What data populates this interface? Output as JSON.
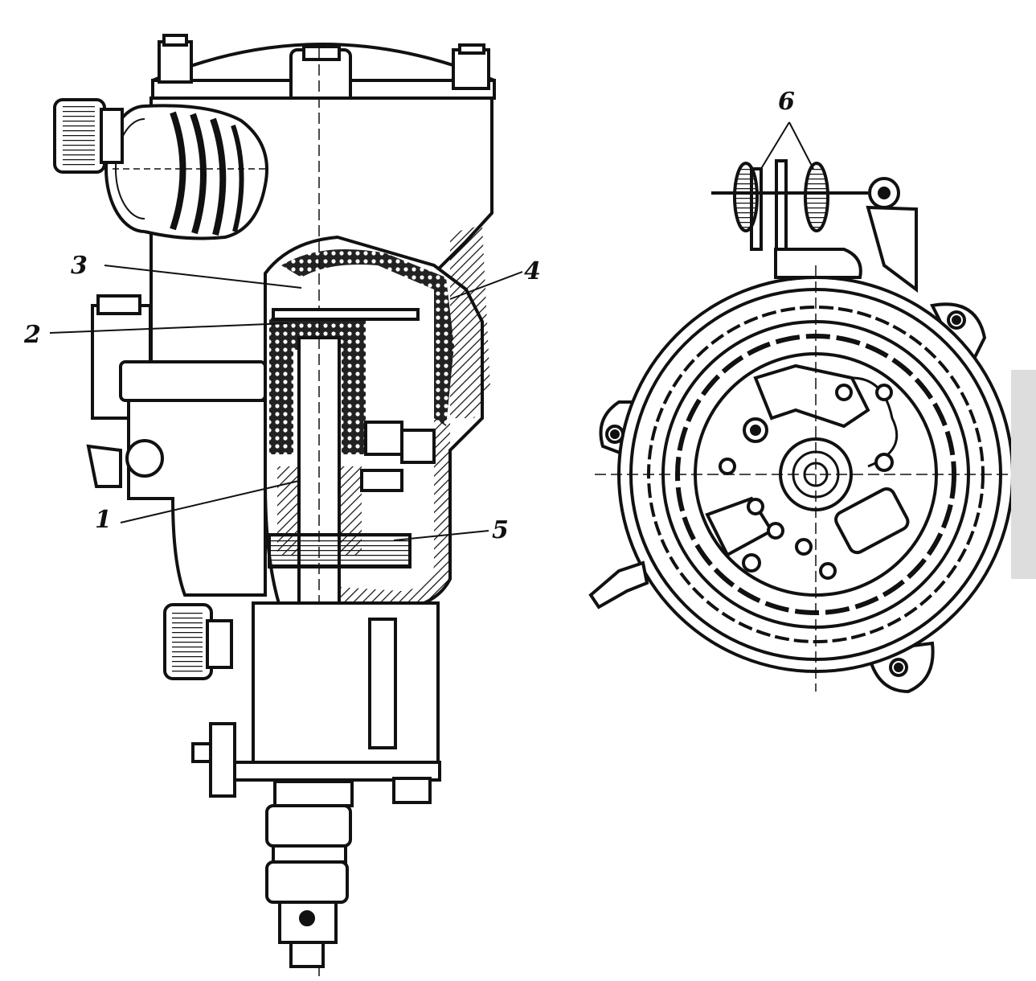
{
  "figure": {
    "callouts": [
      {
        "id": "1",
        "text": "1"
      },
      {
        "id": "2",
        "text": "2"
      },
      {
        "id": "3",
        "text": "3"
      },
      {
        "id": "4",
        "text": "4"
      },
      {
        "id": "5",
        "text": "5"
      },
      {
        "id": "6",
        "text": "6"
      }
    ]
  },
  "colors": {
    "ink": "#111111",
    "paper": "#ffffff"
  }
}
